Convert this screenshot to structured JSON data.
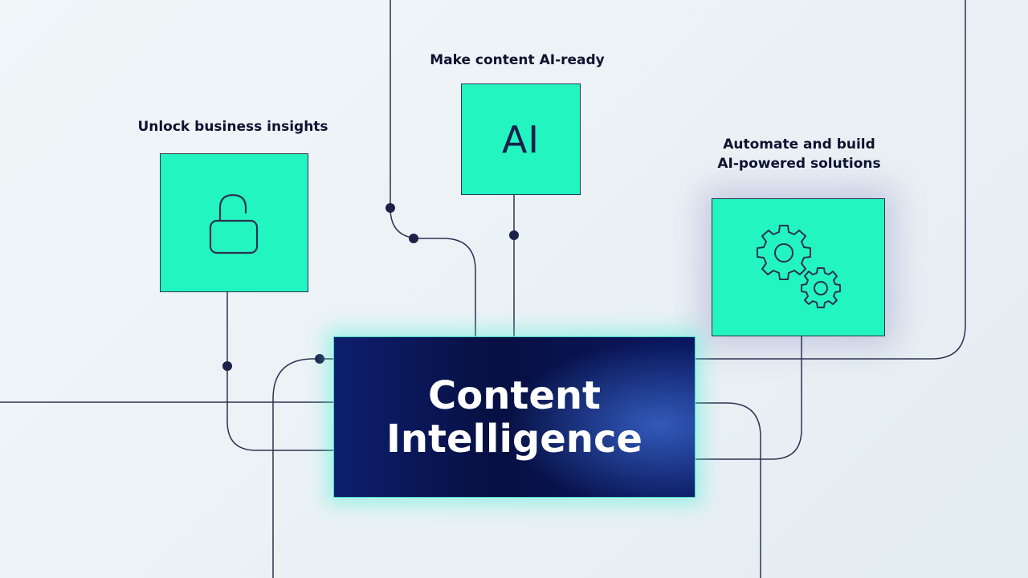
{
  "diagram": {
    "hub": {
      "title_line1": "Content",
      "title_line2": "Intelligence"
    },
    "nodes": [
      {
        "id": "unlock",
        "label": "Unlock business insights",
        "icon": "unlocked-padlock-icon"
      },
      {
        "id": "ai",
        "label": "Make content AI-ready",
        "icon_text": "AI"
      },
      {
        "id": "automate",
        "label_line1": "Automate and build",
        "label_line2": "AI-powered solutions",
        "icon": "gears-icon"
      }
    ],
    "colors": {
      "tile": "#23f5c0",
      "hub_dark": "#071042",
      "hub_glow": "#40f0d2",
      "wire": "#2c3250",
      "background": "#eef4f7"
    }
  }
}
